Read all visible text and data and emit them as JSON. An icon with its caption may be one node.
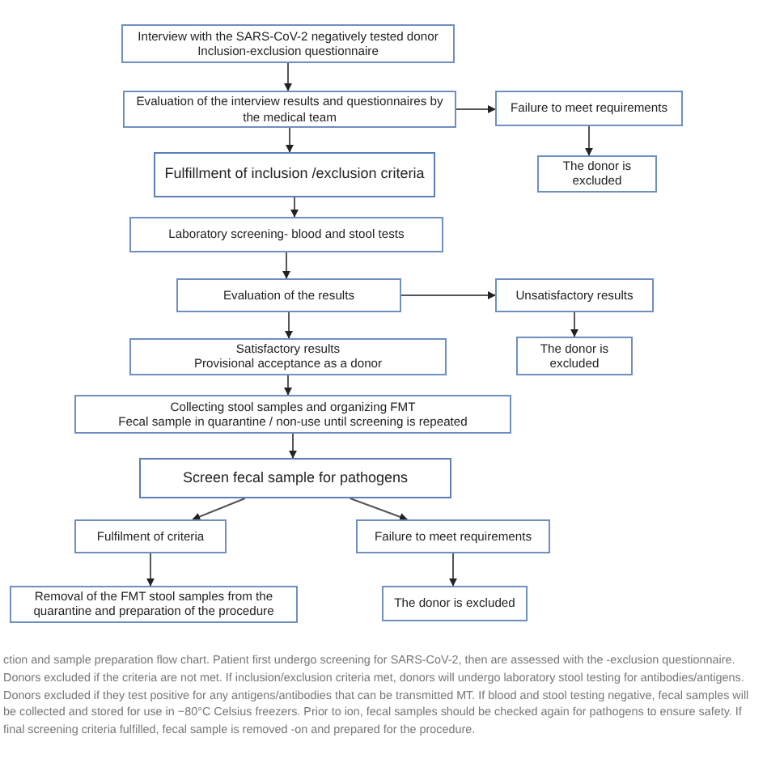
{
  "diagram": {
    "caption": "ction and sample preparation flow chart. Patient first undergo screening for SARS-CoV-2, then are assessed with the -exclusion questionnaire. Donors excluded if the criteria are not met. If inclusion/exclusion criteria met, donors will undergo laboratory stool testing for antibodies/antigens. Donors excluded if they test positive for any antigens/antibodies that can be transmitted MT. If blood and stool testing negative, fecal samples will be collected and stored for use in −80°C Celsius freezers. Prior to ion, fecal samples should be checked again for pathogens to ensure safety. If final screening criteria fulfilled, fecal sample is removed -on and prepared for the procedure.",
    "nodes": [
      {
        "text": [
          "Interview with the SARS-CoV-2 negatively tested donor",
          "Inclusion-exclusion questionnaire"
        ]
      },
      {
        "text": [
          "Evaluation of the interview results and questionnaires by the medical team"
        ]
      },
      {
        "text": [
          "Failure to meet requirements"
        ]
      },
      {
        "text": [
          "The donor is excluded"
        ]
      },
      {
        "text": [
          "Fulfillment of inclusion /exclusion criteria"
        ]
      },
      {
        "text": [
          "Laboratory screening- blood and stool tests"
        ]
      },
      {
        "text": [
          "Evaluation of the results"
        ]
      },
      {
        "text": [
          "Unsatisfactory results"
        ]
      },
      {
        "text": [
          "The donor is excluded"
        ]
      },
      {
        "text": [
          "Satisfactory results",
          "Provisional acceptance as a donor"
        ]
      },
      {
        "text": [
          "Collecting stool samples and organizing FMT",
          "Fecal sample in quarantine / non-use until screening is repeated"
        ]
      },
      {
        "text": [
          "Screen fecal sample for pathogens"
        ]
      },
      {
        "text": [
          "Fulfilment of criteria"
        ]
      },
      {
        "text": [
          "Failure to meet requirements"
        ]
      },
      {
        "text": [
          "Removal of the FMT stool samples from the quarantine and preparation of the procedure"
        ]
      },
      {
        "text": [
          "The donor is excluded"
        ]
      }
    ],
    "edges": [
      {
        "from": 0,
        "to": 1,
        "arrow": "to"
      },
      {
        "from": 1,
        "to": 2,
        "arrow": "to"
      },
      {
        "from": 1,
        "to": 4,
        "arrow": "to"
      },
      {
        "from": 2,
        "to": 3,
        "arrow": "to"
      },
      {
        "from": 4,
        "to": 5,
        "arrow": "to"
      },
      {
        "from": 5,
        "to": 6,
        "arrow": "to"
      },
      {
        "from": 6,
        "to": 7,
        "arrow": "to"
      },
      {
        "from": 7,
        "to": 8,
        "arrow": "to"
      },
      {
        "from": 6,
        "to": 9,
        "arrow": "to"
      },
      {
        "from": 9,
        "to": 10,
        "arrow": "to"
      },
      {
        "from": 10,
        "to": 11,
        "arrow": "to"
      },
      {
        "from": 11,
        "to": 12,
        "arrow": "to"
      },
      {
        "from": 11,
        "to": 13,
        "arrow": "to"
      },
      {
        "from": 12,
        "to": 14,
        "arrow": "to"
      },
      {
        "from": 13,
        "to": 15,
        "arrow": "to"
      }
    ]
  }
}
